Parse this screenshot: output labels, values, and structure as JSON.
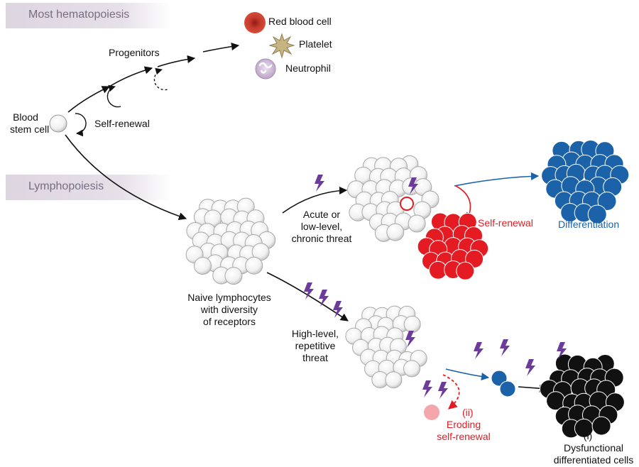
{
  "sections": {
    "top": "Most hematopoiesis",
    "bottom": "Lymphopoiesis"
  },
  "labels": {
    "progenitors": "Progenitors",
    "red_blood_cell": "Red blood cell",
    "platelet": "Platelet",
    "neutrophil": "Neutrophil",
    "blood_stem_cell": [
      "Blood",
      "stem cell"
    ],
    "self_renewal_top": "Self-renewal",
    "naive": [
      "Naive lymphocytes",
      "with diversity",
      "of receptors"
    ],
    "acute": [
      "Acute or",
      "low-level,",
      "chronic threat"
    ],
    "high": [
      "High-level,",
      "repetitive",
      "threat"
    ],
    "self_renewal_red": "Self-renewal",
    "differentiation": "Differentiation",
    "eroding_ii": "(ii)",
    "eroding": [
      "Eroding",
      "self-renewal"
    ],
    "dys_i": "(i)",
    "dysfunctional": [
      "Dysfunctional",
      "differentiated cells"
    ]
  },
  "colors": {
    "red": "#e41b22",
    "blue": "#1b62a8",
    "purple": "#6b3c9a",
    "black": "#111111",
    "pink": "#f4a6aa",
    "band": "#ddd5e0"
  },
  "icons": [
    "lightning-icon",
    "self-renewal-arrow-icon",
    "red-blood-cell-icon",
    "platelet-icon",
    "neutrophil-icon"
  ]
}
